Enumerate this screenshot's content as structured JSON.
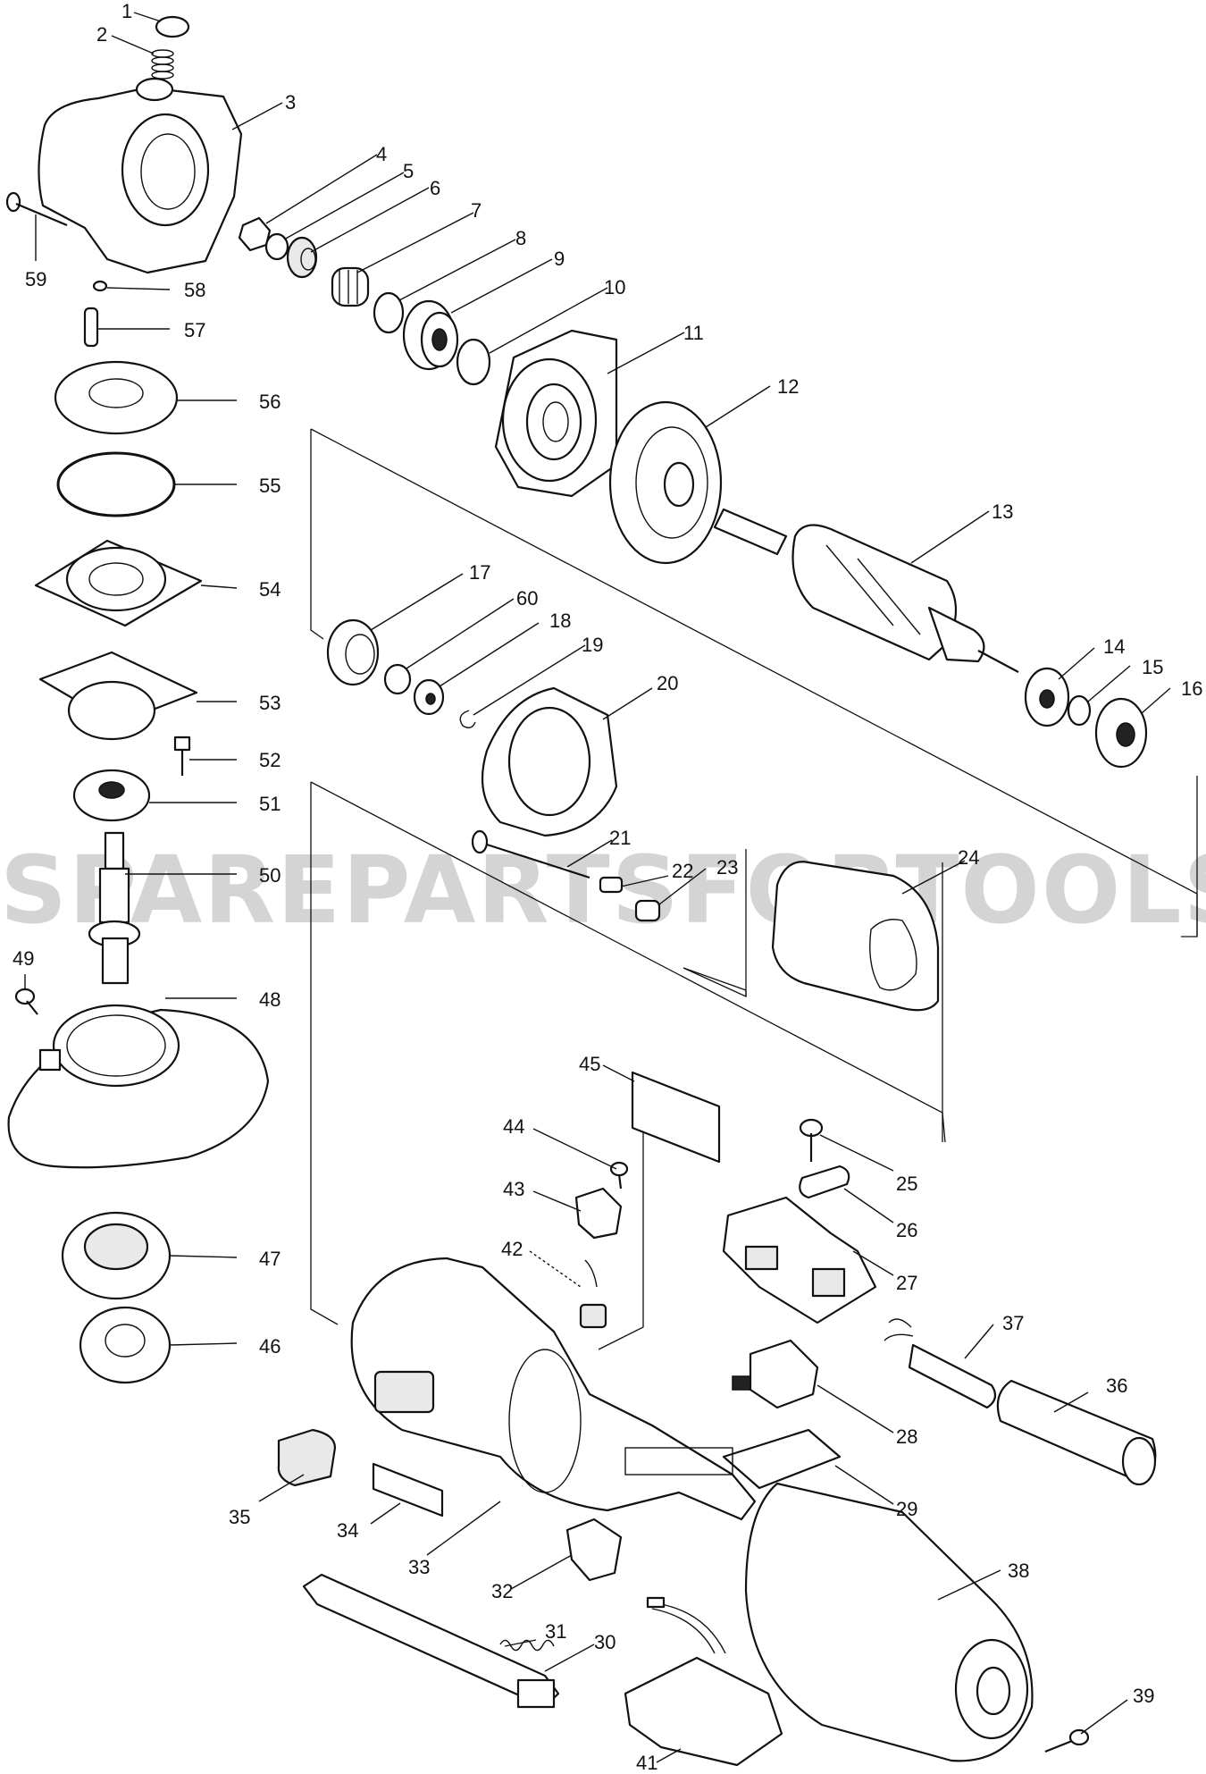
{
  "watermark": "SPAREPARTSFORTOOLS.COM.AU",
  "part_labels": [
    "1",
    "2",
    "3",
    "4",
    "5",
    "6",
    "7",
    "8",
    "9",
    "10",
    "11",
    "12",
    "13",
    "14",
    "15",
    "16",
    "17",
    "18",
    "19",
    "20",
    "21",
    "22",
    "23",
    "24",
    "25",
    "26",
    "27",
    "28",
    "29",
    "30",
    "31",
    "32",
    "33",
    "34",
    "35",
    "36",
    "37",
    "38",
    "39",
    "41",
    "42",
    "43",
    "44",
    "45",
    "46",
    "47",
    "48",
    "49",
    "50",
    "51",
    "52",
    "53",
    "54",
    "55",
    "56",
    "57",
    "58",
    "59",
    "60"
  ],
  "colors": {
    "line": "#111111",
    "watermark": "#d4d4d4",
    "background": "#ffffff"
  }
}
